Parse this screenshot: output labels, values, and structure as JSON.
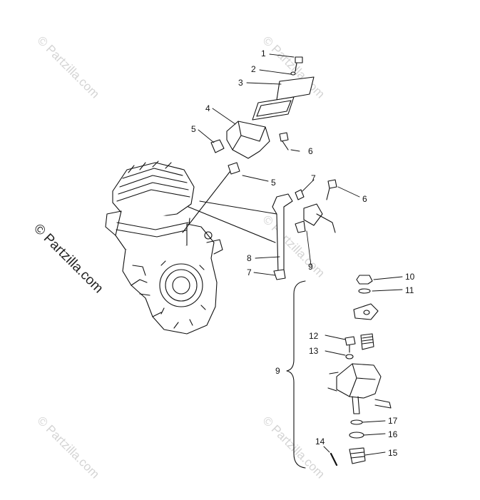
{
  "watermark": "© Partzilla.com",
  "callouts": {
    "c1": "1",
    "c2": "2",
    "c3": "3",
    "c4": "4",
    "c5a": "5",
    "c5b": "5",
    "c6a": "6",
    "c6b": "6",
    "c7a": "7",
    "c7b": "7",
    "c8": "8",
    "c9a": "9",
    "c9b": "9",
    "c10": "10",
    "c11": "11",
    "c12": "12",
    "c13": "13",
    "c14": "14",
    "c15": "15",
    "c16": "16",
    "c17": "17"
  },
  "colors": {
    "line": "#111111",
    "watermark": "#d4d4d4"
  }
}
